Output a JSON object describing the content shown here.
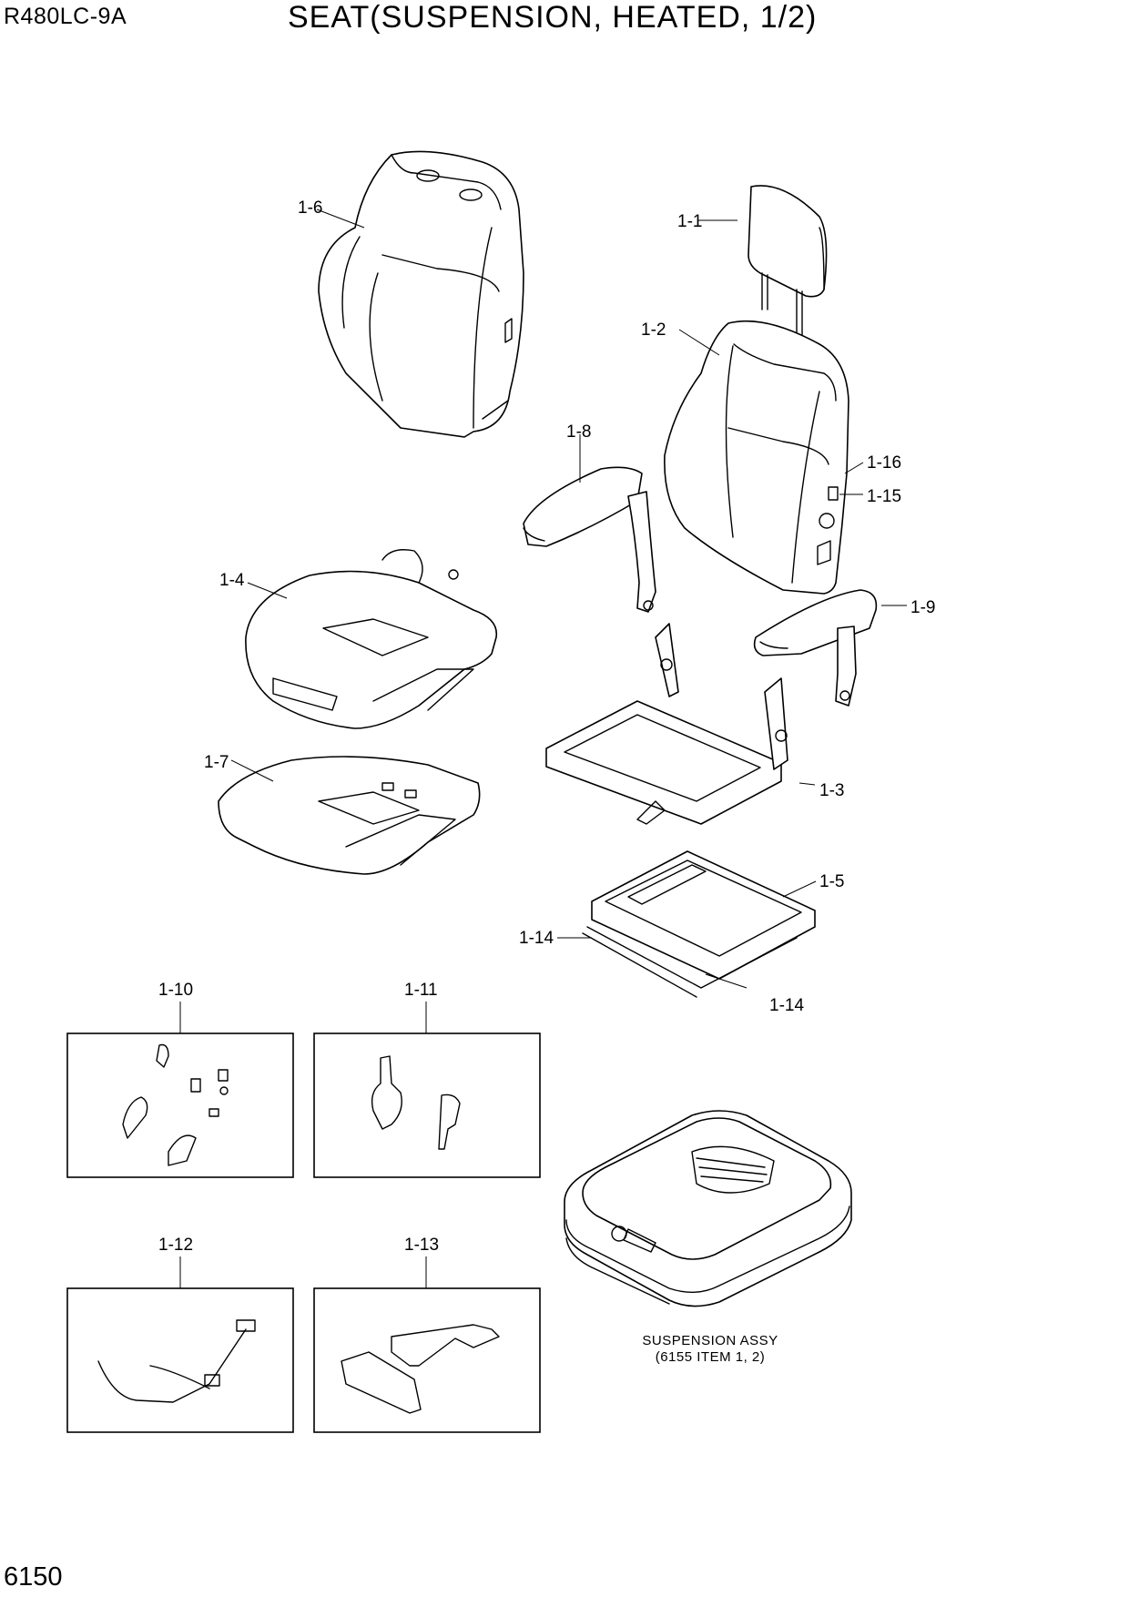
{
  "header": {
    "model": "R480LC-9A",
    "title": "SEAT(SUSPENSION, HEATED, 1/2)"
  },
  "footer": {
    "page_number": "6150"
  },
  "callouts": {
    "c1_1": "1-1",
    "c1_2": "1-2",
    "c1_3": "1-3",
    "c1_4": "1-4",
    "c1_5": "1-5",
    "c1_6": "1-6",
    "c1_7": "1-7",
    "c1_8": "1-8",
    "c1_9": "1-9",
    "c1_10": "1-10",
    "c1_11": "1-11",
    "c1_12": "1-12",
    "c1_13": "1-13",
    "c1_14a": "1-14",
    "c1_14b": "1-14",
    "c1_15": "1-15",
    "c1_16": "1-16"
  },
  "suspension_caption": {
    "line1": "SUSPENSION ASSY",
    "line2": "(6155 ITEM 1, 2)"
  }
}
